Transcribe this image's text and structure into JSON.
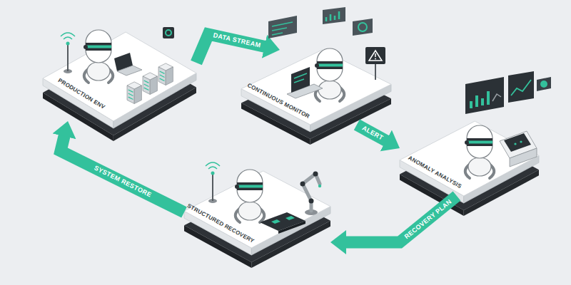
{
  "diagram": {
    "nodes": [
      {
        "text": [
          "PRODUCTION ENV"
        ]
      },
      {
        "text": [
          "CONTINUOUS MONITOR"
        ]
      },
      {
        "text": [
          "ANOMALY ANALYSIS"
        ]
      },
      {
        "text": [
          "STRUCTURED RECOVERY"
        ]
      }
    ],
    "edges": [
      {
        "from": 0,
        "to": 1,
        "label": "DATA STREAM",
        "arrow": "to"
      },
      {
        "from": 1,
        "to": 2,
        "label": "ALERT",
        "arrow": "to"
      },
      {
        "from": 2,
        "to": 3,
        "label": "RECOVERY PLAN",
        "arrow": "to"
      },
      {
        "from": 3,
        "to": 0,
        "label": "SYSTEM RESTORE",
        "arrow": "to"
      }
    ]
  }
}
